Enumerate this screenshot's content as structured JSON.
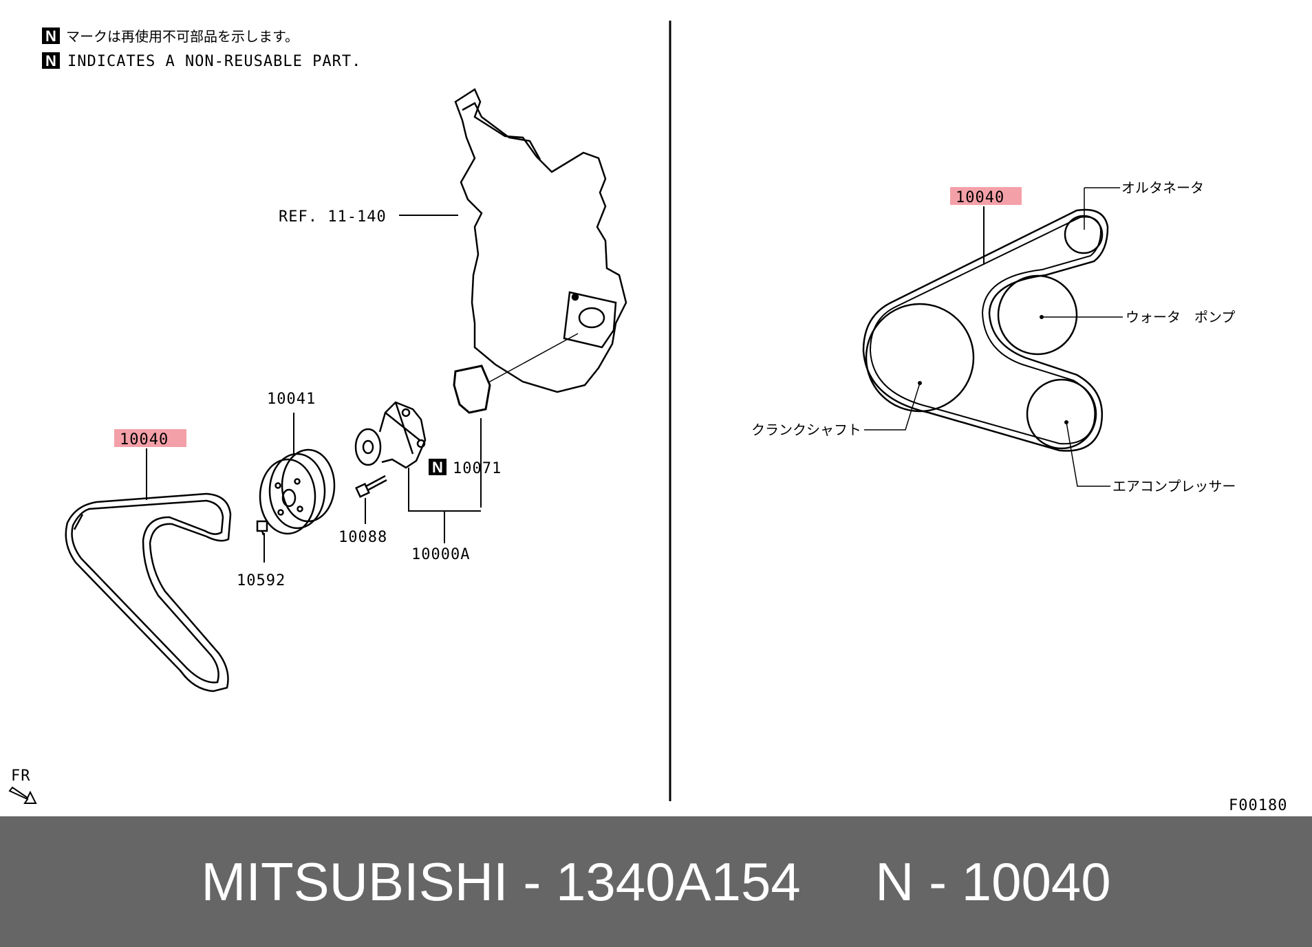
{
  "legend": {
    "badge": "N",
    "line_jp": "マークは再使用不可部品を示します。",
    "line_en": "INDICATES A NON-REUSABLE PART."
  },
  "labels": {
    "ref": "REF. 11-140",
    "p10041": "10041",
    "p10040_left": "10040",
    "p10071": "10071",
    "p10088": "10088",
    "p10592": "10592",
    "p10000A": "10000A",
    "p10040_right": "10040",
    "alternator": "オルタネータ",
    "water_pump": "ウォータ　ポンプ",
    "crankshaft": "クランクシャフト",
    "compressor": "エアコンプレッサー",
    "fr": "FR",
    "figure_code": "F00180"
  },
  "colors": {
    "highlight": "#f4a0a8",
    "footer_bg": "#666666",
    "footer_text": "#ffffff"
  },
  "footer": {
    "text": "MITSUBISHI - 1340A154     N - 10040"
  }
}
